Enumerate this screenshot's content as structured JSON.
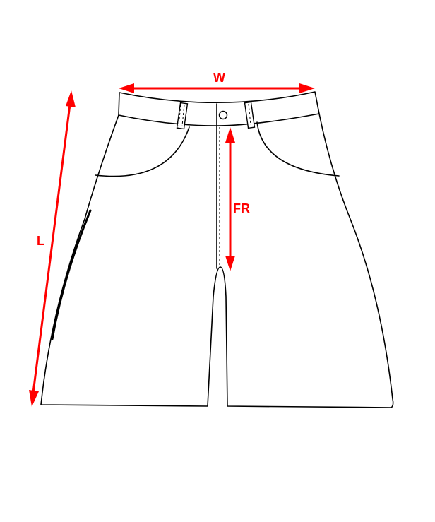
{
  "diagram": {
    "subject": "Shorts measurement guide",
    "measurements": [
      {
        "id": "W",
        "label": "W",
        "meaning": "waist"
      },
      {
        "id": "FR",
        "label": "FR",
        "meaning": "front rise"
      },
      {
        "id": "L",
        "label": "L",
        "meaning": "length"
      }
    ],
    "colors": {
      "measure": "#ff0000",
      "outline": "#000000",
      "background": "#ffffff"
    }
  }
}
